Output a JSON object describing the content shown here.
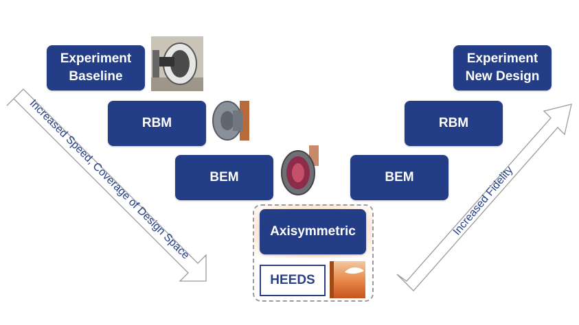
{
  "left_column": {
    "experiment_line1": "Experiment",
    "experiment_line2": "Baseline",
    "rbm": "RBM",
    "bem": "BEM"
  },
  "right_column": {
    "experiment_line1": "Experiment",
    "experiment_line2": "New Design",
    "rbm": "RBM",
    "bem": "BEM"
  },
  "center": {
    "axisymmetric": "Axisymmetric",
    "heeds": "HEEDS"
  },
  "arrows": {
    "left_label": "Increased Speed, Coverage of Design Space",
    "right_label": "Increased Fidelity"
  },
  "colors": {
    "box_fill": "#233d86",
    "box_text": "#ffffff",
    "glow": "#f7be8c"
  }
}
